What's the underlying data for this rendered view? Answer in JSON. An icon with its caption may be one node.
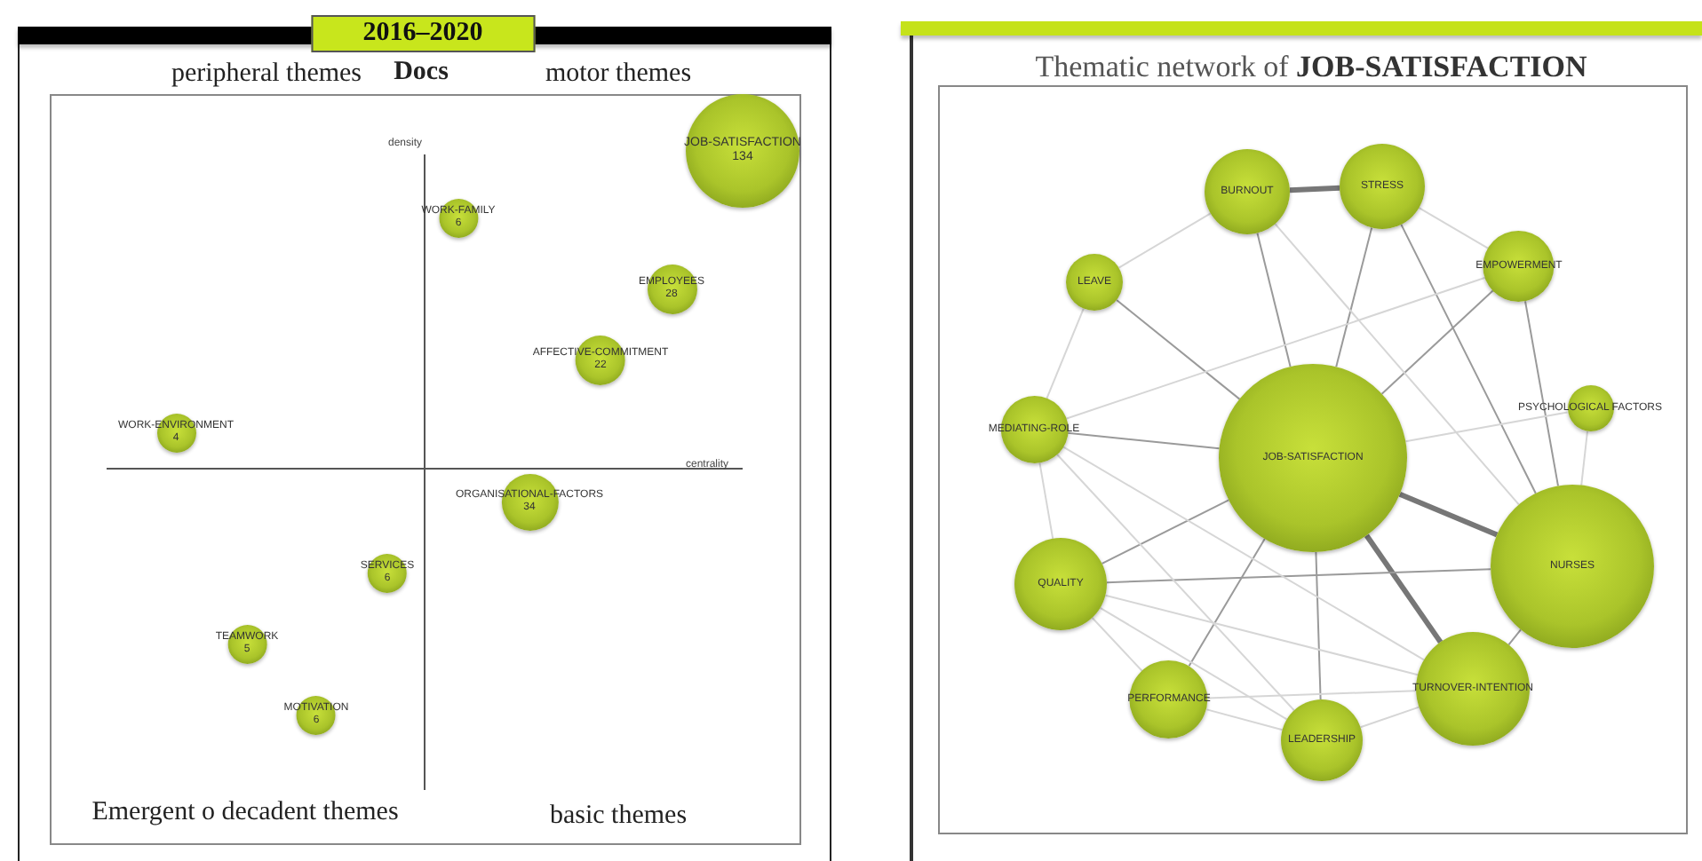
{
  "diagram": {
    "nodes": [
      {
        "text": [
          "JOB-SATISFACTION",
          "134"
        ]
      },
      {
        "text": [
          "WORK-FAMILY",
          "6"
        ]
      },
      {
        "text": [
          "EMPLOYEES",
          "28"
        ]
      },
      {
        "text": [
          "AFFECTIVE-COMMITMENT",
          "22"
        ]
      },
      {
        "text": [
          "WORK-ENVIRONMENT",
          "4"
        ]
      },
      {
        "text": [
          "ORGANISATIONAL-FACTORS",
          "34"
        ]
      },
      {
        "text": [
          "SERVICES",
          "6"
        ]
      },
      {
        "text": [
          "TEAMWORK",
          "5"
        ]
      },
      {
        "text": [
          "MOTIVATION",
          "6"
        ]
      },
      {
        "text": [
          "BURNOUT"
        ]
      },
      {
        "text": [
          "STRESS"
        ]
      },
      {
        "text": [
          "LEAVE"
        ]
      },
      {
        "text": [
          "EMPOWERMENT"
        ]
      },
      {
        "text": [
          "MEDIATING-ROLE"
        ]
      },
      {
        "text": [
          "PSYCHOLOGICAL FACTORS"
        ]
      },
      {
        "text": [
          "JOB-SATISFACTION"
        ]
      },
      {
        "text": [
          "QUALITY"
        ]
      },
      {
        "text": [
          "NURSES"
        ]
      },
      {
        "text": [
          "PERFORMANCE"
        ]
      },
      {
        "text": [
          "TURNOVER-INTENTION"
        ]
      },
      {
        "text": [
          "LEADERSHIP"
        ]
      }
    ],
    "edges": [
      {
        "from": 9,
        "to": 10,
        "arrow": "none",
        "style": "thick",
        "color": "#777777"
      },
      {
        "from": 15,
        "to": 17,
        "arrow": "none",
        "style": "thick",
        "color": "#777777"
      },
      {
        "from": 15,
        "to": 19,
        "arrow": "none",
        "style": "thick",
        "color": "#777777"
      },
      {
        "from": 9,
        "to": 15,
        "arrow": "none",
        "color": "#9a9a9a"
      },
      {
        "from": 10,
        "to": 15,
        "arrow": "none",
        "color": "#9a9a9a"
      },
      {
        "from": 10,
        "to": 17,
        "arrow": "none",
        "color": "#9a9a9a"
      },
      {
        "from": 11,
        "to": 15,
        "arrow": "none",
        "color": "#9a9a9a"
      },
      {
        "from": 12,
        "to": 15,
        "arrow": "none",
        "color": "#9a9a9a"
      },
      {
        "from": 12,
        "to": 17,
        "arrow": "none",
        "color": "#9a9a9a"
      },
      {
        "from": 13,
        "to": 15,
        "arrow": "none",
        "color": "#9a9a9a"
      },
      {
        "from": 16,
        "to": 15,
        "arrow": "none",
        "color": "#9a9a9a"
      },
      {
        "from": 16,
        "to": 17,
        "arrow": "none",
        "color": "#9a9a9a"
      },
      {
        "from": 15,
        "to": 18,
        "arrow": "none",
        "color": "#9a9a9a"
      },
      {
        "from": 15,
        "to": 20,
        "arrow": "none",
        "color": "#9a9a9a"
      },
      {
        "from": 17,
        "to": 19,
        "arrow": "none",
        "color": "#9a9a9a"
      },
      {
        "from": 13,
        "to": 20,
        "arrow": "none"
      },
      {
        "from": 14,
        "to": 15,
        "arrow": "none"
      },
      {
        "from": 16,
        "to": 19,
        "arrow": "none"
      },
      {
        "from": 18,
        "to": 19,
        "arrow": "none"
      },
      {
        "from": 19,
        "to": 20,
        "arrow": "none"
      },
      {
        "from": 11,
        "to": 9,
        "arrow": "none"
      },
      {
        "from": 13,
        "to": 16,
        "arrow": "none"
      },
      {
        "from": 16,
        "to": 18,
        "arrow": "none"
      },
      {
        "from": 18,
        "to": 20,
        "arrow": "none"
      },
      {
        "from": 12,
        "to": 10,
        "arrow": "none"
      },
      {
        "from": 14,
        "to": 17,
        "arrow": "none"
      },
      {
        "from": 11,
        "to": 13,
        "arrow": "none"
      },
      {
        "from": 12,
        "to": 13,
        "arrow": "none"
      },
      {
        "from": 9,
        "to": 17,
        "arrow": "none"
      },
      {
        "from": 13,
        "to": 19,
        "arrow": "none"
      },
      {
        "from": 16,
        "to": 20,
        "arrow": "none"
      }
    ],
    "labels": [
      "2016–2020",
      "peripheral themes",
      "Docs",
      "motor themes",
      "density",
      "centrality",
      "Emergent o decadent themes",
      "basic themes",
      "Thematic network of **JOB-SATISFACTION**"
    ]
  }
}
